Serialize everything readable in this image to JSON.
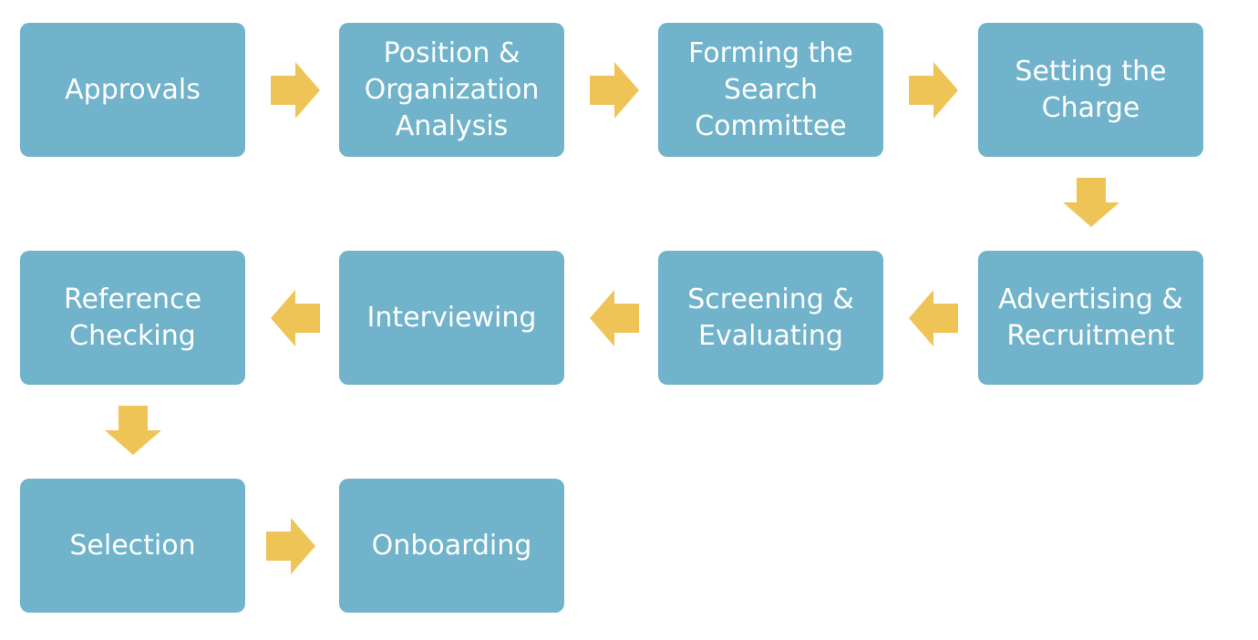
{
  "colors": {
    "box_fill": "#70b3cb",
    "box_text": "#ffffff",
    "arrow_fill": "#efc457",
    "background": "#ffffff"
  },
  "steps": [
    {
      "label": "Approvals"
    },
    {
      "label": "Position &\nOrganization\nAnalysis"
    },
    {
      "label": "Forming the\nSearch\nCommittee"
    },
    {
      "label": "Setting the\nCharge"
    },
    {
      "label": "Advertising &\nRecruitment"
    },
    {
      "label": "Screening &\nEvaluating"
    },
    {
      "label": "Interviewing"
    },
    {
      "label": "Reference\nChecking"
    },
    {
      "label": "Selection"
    },
    {
      "label": "Onboarding"
    }
  ],
  "arrows": [
    {
      "direction": "right"
    },
    {
      "direction": "right"
    },
    {
      "direction": "right"
    },
    {
      "direction": "down"
    },
    {
      "direction": "left"
    },
    {
      "direction": "left"
    },
    {
      "direction": "left"
    },
    {
      "direction": "down"
    },
    {
      "direction": "right"
    }
  ]
}
